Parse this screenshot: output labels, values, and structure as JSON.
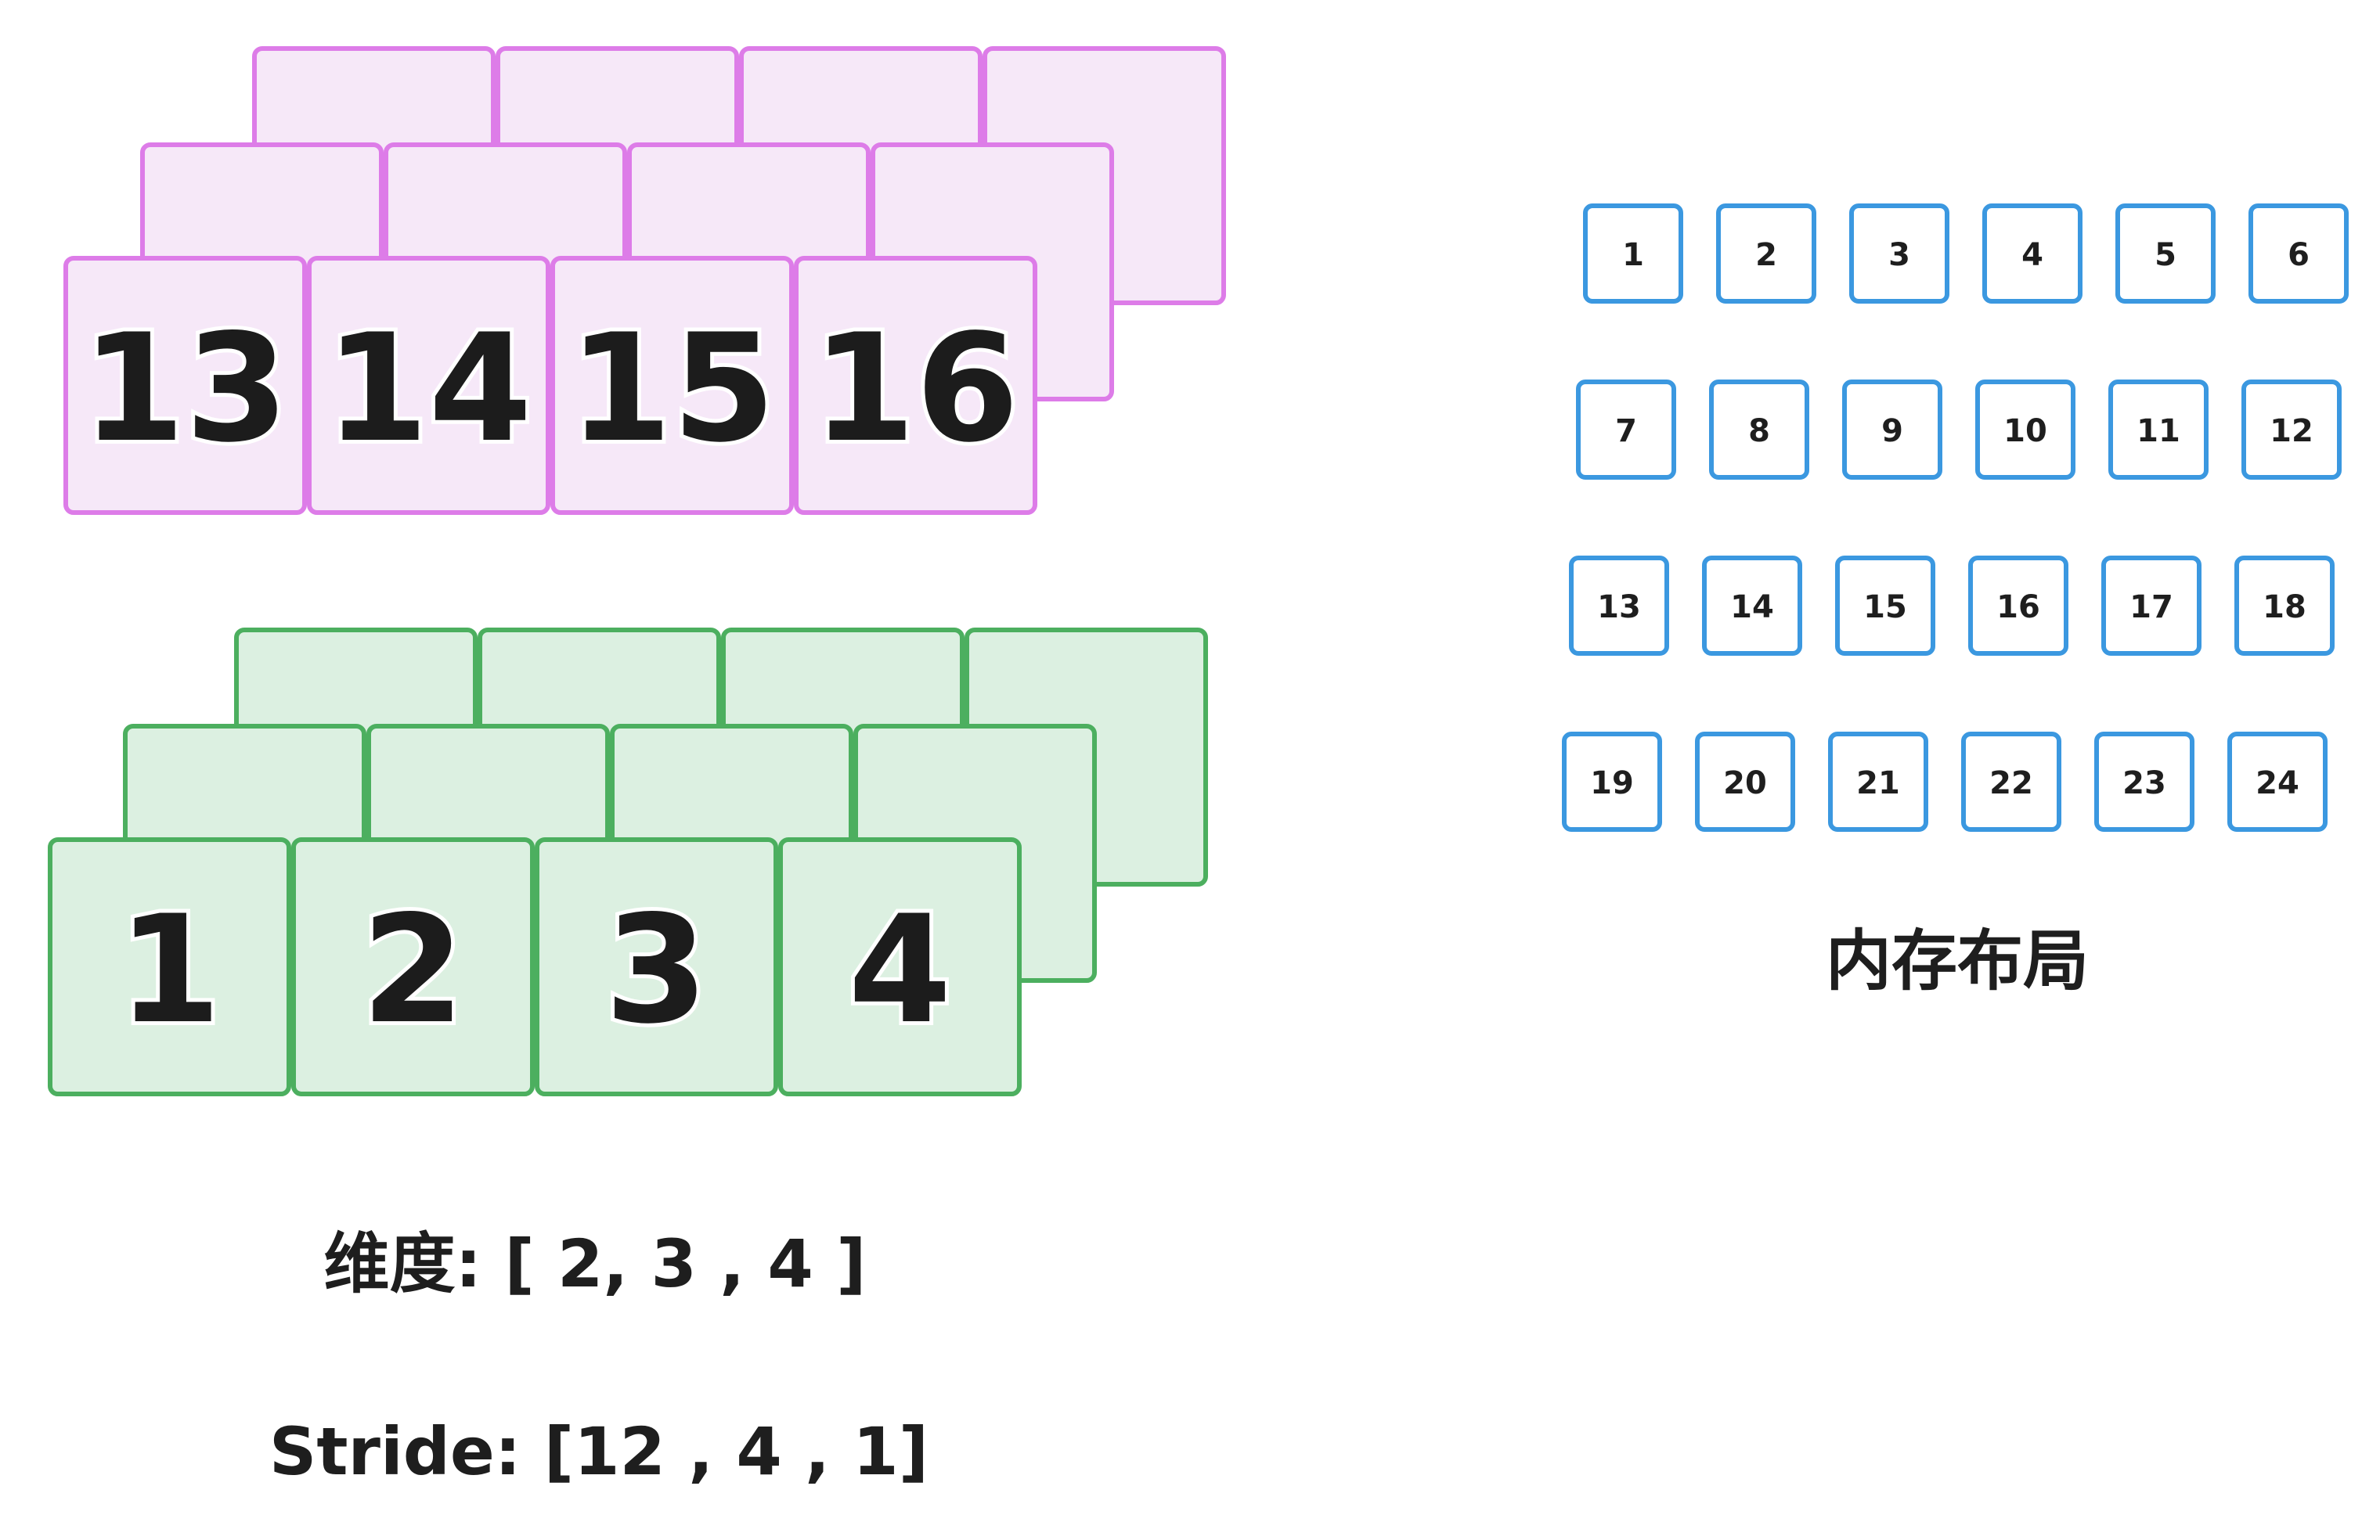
{
  "colors": {
    "purple_stroke": "#dd7ce8",
    "purple_fill": "#f6e8f8",
    "green_stroke": "#4caf5f",
    "green_fill": "#dcf0e1",
    "blue_stroke": "#3b98e0",
    "blue_fill": "#ffffff",
    "text": "#1e1e1e"
  },
  "tensor_stacks": [
    {
      "name": "purple-stack",
      "color": "purple",
      "front_labels": [
        "13",
        "14",
        "15",
        "16"
      ]
    },
    {
      "name": "green-stack",
      "color": "green",
      "front_labels": [
        "1",
        "2",
        "3",
        "4"
      ]
    }
  ],
  "memory_layout": {
    "cells": [
      [
        "1",
        "2",
        "3",
        "4",
        "5",
        "6"
      ],
      [
        "7",
        "8",
        "9",
        "10",
        "11",
        "12"
      ],
      [
        "13",
        "14",
        "15",
        "16",
        "17",
        "18"
      ],
      [
        "19",
        "20",
        "21",
        "22",
        "23",
        "24"
      ]
    ],
    "caption": "内存布局"
  },
  "captions": {
    "dims": "维度: [ 2, 3 , 4 ]",
    "stride": "Stride: [12 , 4 , 1]"
  }
}
